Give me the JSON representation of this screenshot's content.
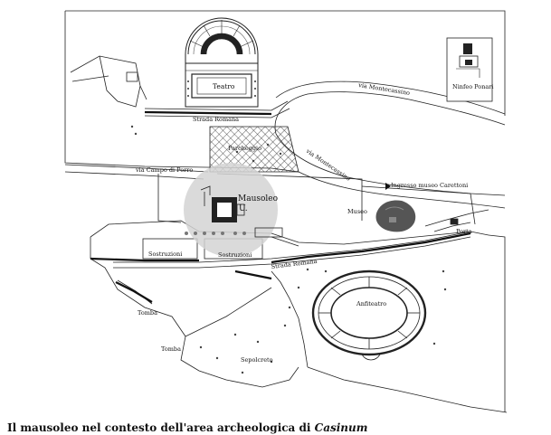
{
  "labels": {
    "teatro": "Teatro",
    "strada_romana_top": "Strada Romana",
    "parcheggio": "Parcheggio",
    "via_campo_di_porro": "via Campo di Porro",
    "via_montecassino_top": "via Montecassino",
    "via_montecassino_mid": "via Montecassino",
    "ninfeo_ponari": "Ninfeo Ponari",
    "ingresso_museo": "Ingresso museo Carettoni",
    "mausoleo": "Mausoleo",
    "mausoleo_u": "U.",
    "museo": "Museo",
    "porta": "Porta",
    "sostruzioni_left": "Sostruzioni",
    "sostruzioni_right": "Sostruzioni",
    "strada_romana_mid": "Strada Romana",
    "anfiteatro": "Anfiteatro",
    "tomba_1": "Tomba",
    "tomba_2": "Tomba",
    "sepolcreto": "Sepolcreto"
  },
  "caption": {
    "text": "Il mausoleo nel contesto dell'area archeologica di",
    "italic": "Casinum"
  }
}
